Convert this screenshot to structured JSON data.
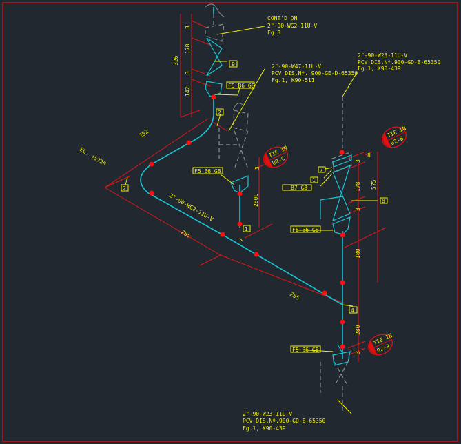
{
  "notes": {
    "top": {
      "line1": "CONT'D ON",
      "line2": "2\"-90-WG2-11U-V",
      "line3": "Fg.3"
    },
    "middle": {
      "line1": "2\"-90-W47-11U-V",
      "line2": "PCV DIS.Nº. 900-GE-D-65350",
      "line3": "Fg.1, K90-511"
    },
    "right": {
      "line1": "2\"-90-W23-11U-V",
      "line2": "PCV DIS.Nº.900-GD-B-65350",
      "line3": "Fg.1, K90-439"
    },
    "bottom": {
      "line1": "2\"-90-W23-11U-V",
      "line2": "PCV DIS.Nº.900-GD-B-65350",
      "line3": "Fg.1, K90-439"
    }
  },
  "elevation": "EL. +5720",
  "pipe_label": "2\"-90-WG2-11U-V",
  "dimensions": {
    "d326": "326",
    "d178a": "178",
    "d142": "142",
    "d3a": "3",
    "d3b": "3",
    "d252": "252",
    "d255a": "255",
    "d255b": "255",
    "d280L": "280L",
    "d3c": "3",
    "d575": "575",
    "d178b": "178",
    "d180": "180",
    "d280": "280",
    "d8": "8",
    "d3d": "3",
    "d3e": "3",
    "d3f": "3"
  },
  "tags": {
    "t9": "9",
    "fs1": "F5 B6 G8",
    "t2a": "2",
    "t2b": "2",
    "fs2": "F5 B6 G8",
    "t1a": "1",
    "t4": "4",
    "fs3": "F5 B6 G8",
    "t7": "7",
    "t1b": "1",
    "b7": "B7 G8",
    "t8": "8",
    "fs4": "F5 B6 G8"
  },
  "tie_ins": {
    "c": {
      "line1": "TIE IN",
      "line2": "02-C"
    },
    "b": {
      "line1": "TIE IN",
      "line2": "02-B"
    },
    "a": {
      "line1": "TIE IN",
      "line2": "02-A"
    }
  },
  "colors": {
    "pipe": "#13c8d8",
    "dimension": "#e01818",
    "text": "#f2f200",
    "background": "#212830"
  }
}
